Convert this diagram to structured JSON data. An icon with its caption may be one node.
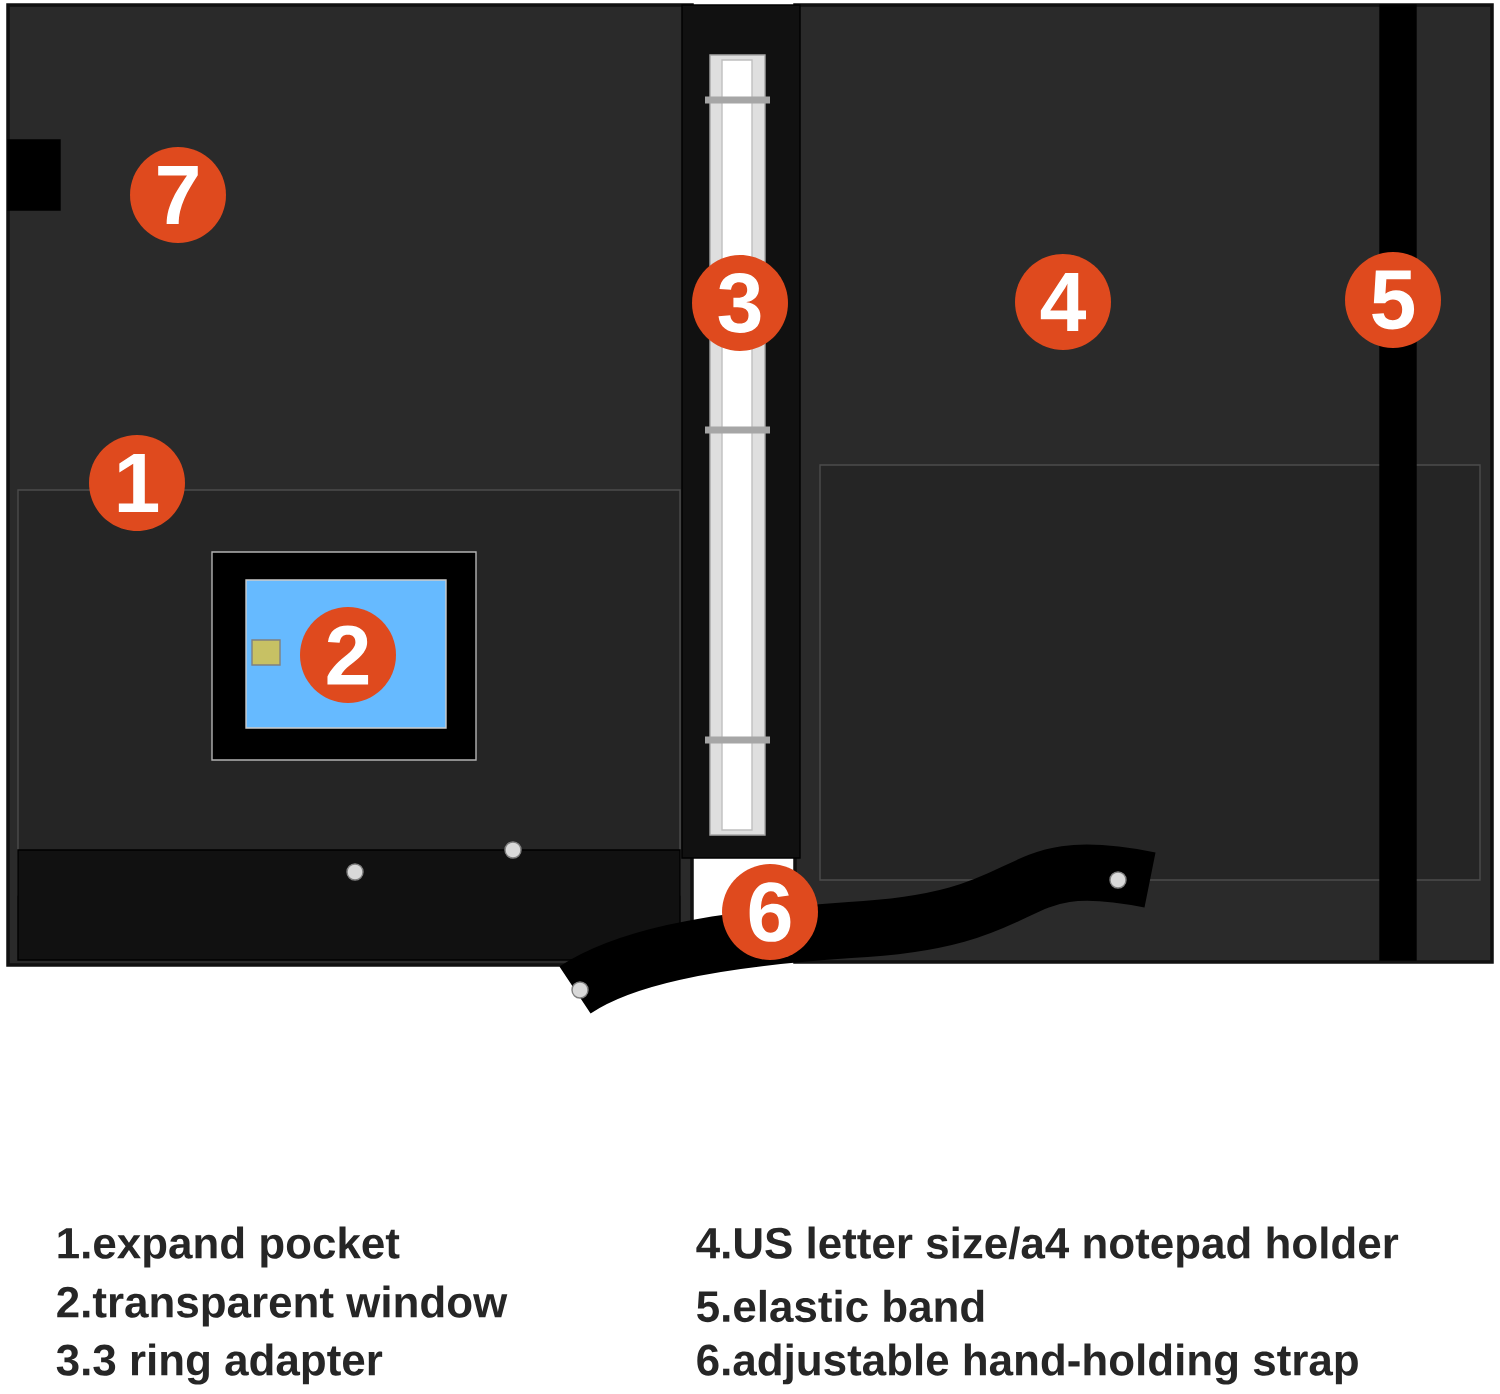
{
  "diagram": {
    "labels": [
      "7",
      "3",
      "4",
      "5",
      "1",
      "2",
      "6",
      "1.expand pocket",
      "4.US letter size/a4 notepad holder",
      "2.transparent window",
      "5.elastic band",
      "3.3 ring adapter",
      "6.adjustable hand-holding strap"
    ]
  }
}
